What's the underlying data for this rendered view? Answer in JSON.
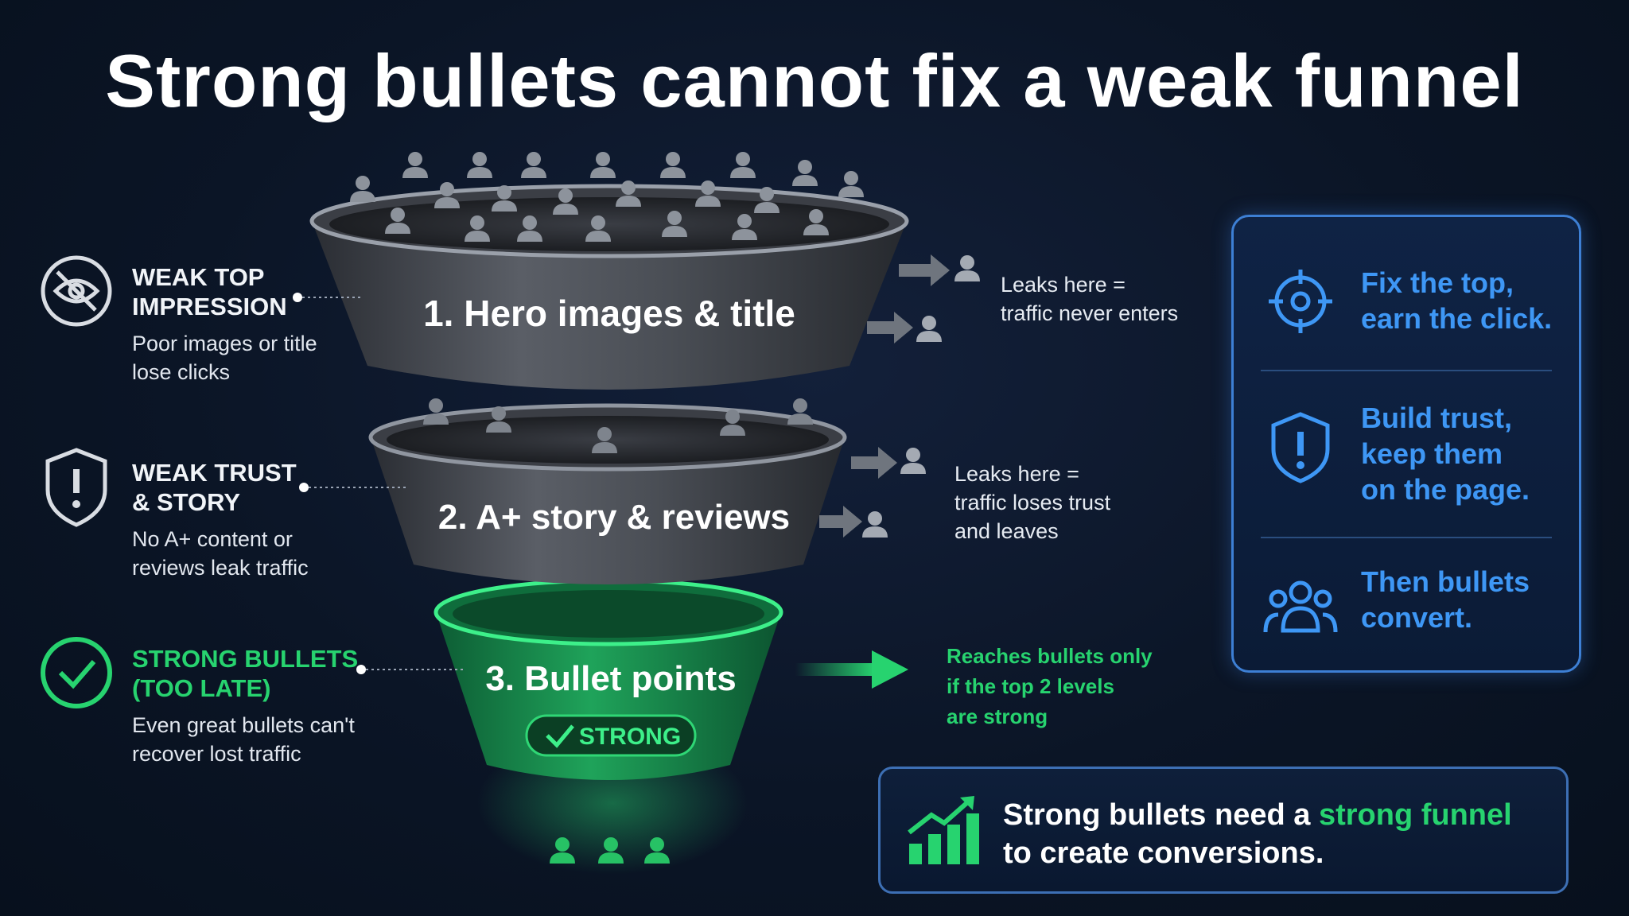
{
  "title": "Strong bullets cannot fix a weak funnel",
  "funnel": {
    "level1": "1. Hero images & title",
    "level2": "2. A+ story & reviews",
    "level3": "3. Bullet points",
    "badge": "STRONG"
  },
  "left_labels": [
    {
      "icon": "eye-slash-icon",
      "title_line1": "WEAK TOP",
      "title_line2": "IMPRESSION",
      "desc_line1": "Poor images or title",
      "desc_line2": "lose clicks"
    },
    {
      "icon": "shield-alert-icon",
      "title_line1": "WEAK TRUST",
      "title_line2": "& STORY",
      "desc_line1": "No A+ content or",
      "desc_line2": "reviews leak traffic"
    },
    {
      "icon": "check-circle-icon",
      "title_line1": "STRONG BULLETS",
      "title_line2": "(TOO LATE)",
      "desc_line1": "Even great bullets can't",
      "desc_line2": "recover lost traffic"
    }
  ],
  "leaks": [
    {
      "line1": "Leaks here =",
      "line2": "traffic never enters"
    },
    {
      "line1": "Leaks here =",
      "line2": "traffic loses trust",
      "line3": "and leaves"
    },
    {
      "line1": "Reaches bullets only",
      "line2": "if the top 2 levels",
      "line3": "are strong"
    }
  ],
  "panel": [
    {
      "icon": "target-icon",
      "line1": "Fix the top,",
      "line2": "earn the click."
    },
    {
      "icon": "shield-alert-icon",
      "line1": "Build trust,",
      "line2": "keep them",
      "line3": "on the page."
    },
    {
      "icon": "users-icon",
      "line1": "Then bullets",
      "line2": "convert."
    }
  ],
  "bottom": {
    "icon": "growth-chart-icon",
    "text_part1": "Strong bullets need a ",
    "text_highlight": "strong funnel",
    "text_line2": "to create conversions."
  },
  "colors": {
    "background": "#0b1526",
    "accent_green": "#27d36f",
    "accent_blue": "#3e97f5",
    "funnel_gray": "#4a4d53"
  }
}
